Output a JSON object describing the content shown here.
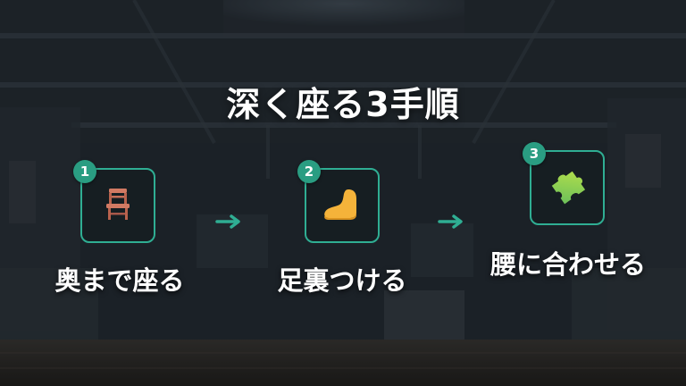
{
  "title": "深く座る3手順",
  "steps": [
    {
      "number": "1",
      "icon": "chair-icon",
      "label": "奥まで座る"
    },
    {
      "number": "2",
      "icon": "foot-icon",
      "label": "足裏つける"
    },
    {
      "number": "3",
      "icon": "puzzle-piece-icon",
      "label": "腰に合わせる"
    }
  ],
  "colors": {
    "accent": "#2fae93",
    "badge": "#2a9d82",
    "tile_bg": "#161e22",
    "text": "#ffffff"
  }
}
